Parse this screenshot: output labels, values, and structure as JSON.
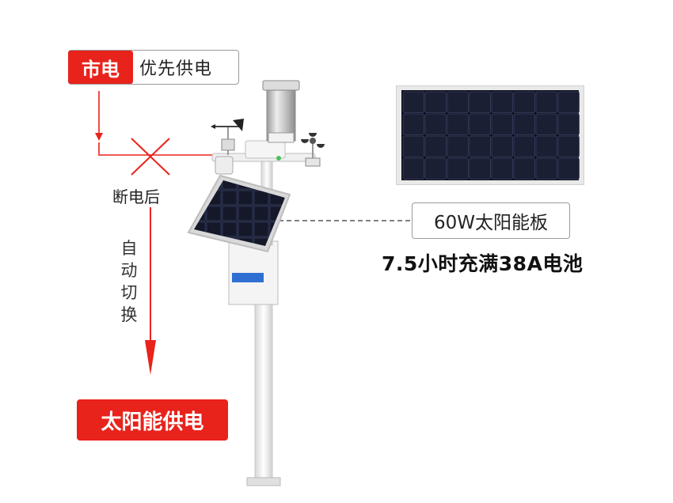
{
  "grid_power": {
    "badge": "市电",
    "label": "优先供电"
  },
  "power_cut_label": "断电后",
  "auto_switch_label": [
    "自",
    "动",
    "切",
    "换"
  ],
  "solar_supply_badge": "太阳能供电",
  "panel_label": "60W太阳能板",
  "battery_text": "7.5小时充满38A电池",
  "colors": {
    "accent_red": "#e8231c",
    "panel_dark": "#1b1f33",
    "pole": "#f2f2f2"
  }
}
